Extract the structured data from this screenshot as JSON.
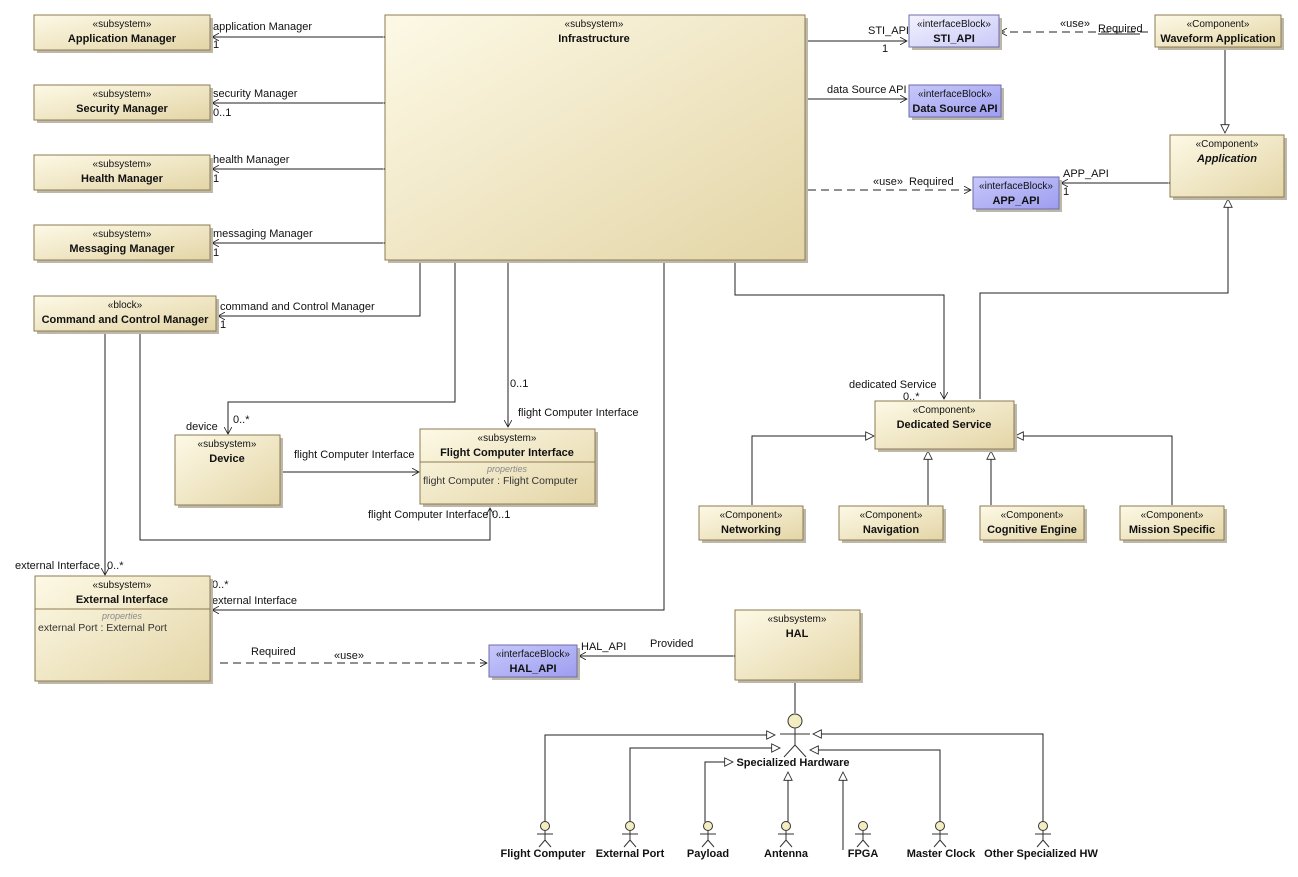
{
  "stereotypes": {
    "subsystem": "«subsystem»",
    "block": "«block»",
    "component": "«Component»",
    "interface_block": "«interfaceBlock»",
    "use": "«use»",
    "properties": "properties"
  },
  "blocks": {
    "application_manager": "Application Manager",
    "security_manager": "Security Manager",
    "health_manager": "Health Manager",
    "messaging_manager": "Messaging Manager",
    "infrastructure": "Infrastructure",
    "command_and_control_manager": "Command and Control Manager",
    "device": "Device",
    "flight_computer_interface": "Flight Computer Interface",
    "flight_computer_interface_property": "flight Computer : Flight Computer",
    "external_interface": "External Interface",
    "external_interface_property": "external Port : External Port",
    "hal": "HAL",
    "waveform_application": "Waveform Application",
    "application": "Application",
    "dedicated_service": "Dedicated Service",
    "networking": "Networking",
    "navigation": "Navigation",
    "cognitive_engine": "Cognitive Engine",
    "mission_specific": "Mission Specific"
  },
  "interfaces": {
    "sti_api": "STI_API",
    "data_source_api": "Data Source API",
    "app_api": "APP_API",
    "hal_api": "HAL_API"
  },
  "labels": {
    "application_manager_role": "application Manager",
    "security_manager_role": "security Manager",
    "health_manager_role": "health Manager",
    "messaging_manager_role": "messaging Manager",
    "command_and_control_role": "command and Control Manager",
    "one": "1",
    "zero_one": "0..1",
    "zero_many": "0..*",
    "sti_api_role": "STI_API",
    "data_source_role": "data Source API",
    "app_api_role": "APP_API",
    "required": "Required",
    "provided": "Provided",
    "hal_api_role": "HAL_API",
    "device_role": "device",
    "flight_computer_interface_role": "flight Computer Interface",
    "external_interface_role": "external Interface",
    "dedicated_service_role": "dedicated Service"
  },
  "hardware": {
    "specialized_hardware": "Specialized Hardware",
    "flight_computer": "Flight Computer",
    "external_port": "External Port",
    "payload": "Payload",
    "antenna": "Antenna",
    "fpga": "FPGA",
    "master_clock": "Master Clock",
    "other_specialized_hw": "Other Specialized HW"
  },
  "colors": {
    "block_fill_top": "#fdf9e6",
    "block_fill_bottom": "#e3d5a6",
    "interface_fill": "#e2e2ff",
    "interface_fill_dark": "#a8a8f4",
    "stroke": "#8d7b52"
  }
}
